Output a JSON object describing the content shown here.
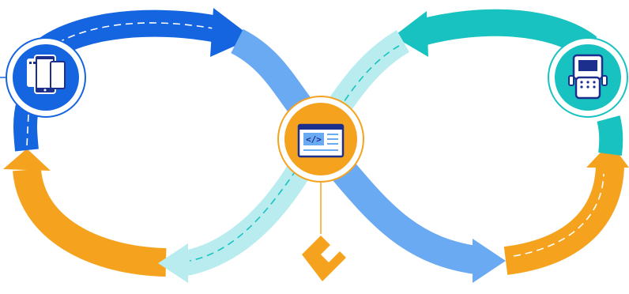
{
  "diagram": {
    "type": "infinity-loop",
    "colors": {
      "blue_dark": "#1565e0",
      "blue_light": "#6aaaf2",
      "teal": "#18c2c0",
      "teal_light": "#b8ecef",
      "orange": "#f5a31f",
      "white": "#ffffff"
    },
    "nodes": [
      {
        "id": "devices",
        "icon": "mobile-devices-icon"
      },
      {
        "id": "code",
        "icon": "code-window-icon"
      },
      {
        "id": "handheld",
        "icon": "handheld-scanner-icon"
      }
    ],
    "logo": {
      "icon": "g-logo-icon"
    },
    "loop_arrows": [
      {
        "segment": "top-left",
        "color": "blue"
      },
      {
        "segment": "center-down-right",
        "color": "blue"
      },
      {
        "segment": "right-bottom",
        "color": "orange"
      },
      {
        "segment": "top-right",
        "color": "teal"
      },
      {
        "segment": "center-up-right",
        "color": "teal-light"
      },
      {
        "segment": "bottom-left",
        "color": "orange"
      }
    ]
  }
}
